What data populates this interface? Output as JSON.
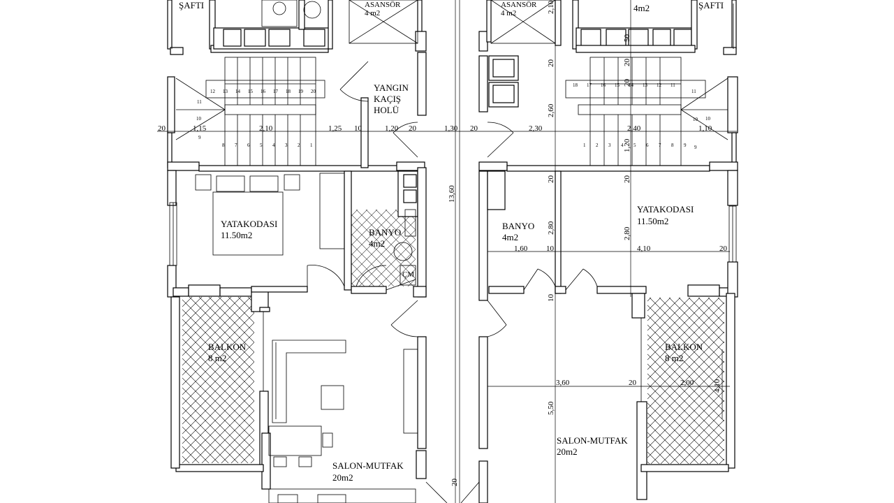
{
  "rooms": {
    "shaft_left": "ŞAFTI",
    "shaft_right": "ŞAFTI",
    "elevator_left": "ASANSÖR",
    "elevator_left_area": "4 m2",
    "elevator_right": "ASANSÖR",
    "elevator_right_area": "4 m2",
    "top_right_area": "4m2",
    "fire_escape_1": "YANGIN",
    "fire_escape_2": "KAÇIŞ",
    "fire_escape_3": "HOLÜ",
    "bedroom_left": "YATAKODASI",
    "bedroom_left_area": "11.50m2",
    "bedroom_right": "YATAKODASI",
    "bedroom_right_area": "11.50m2",
    "bath_left": "BANYO",
    "bath_left_area": "4m2",
    "bath_right": "BANYO",
    "bath_right_area": "4m2",
    "wc_left": "ÇM",
    "balcony_left": "BALKON",
    "balcony_left_area": "8 m2",
    "balcony_right": "BALKON",
    "balcony_right_area": "8 m2",
    "salon_left": "SALON-MUTFAK",
    "salon_left_area": "20m2",
    "salon_right": "SALON-MUTFAK",
    "salon_right_area": "20m2"
  },
  "dims": {
    "d20_a": "20",
    "d115": "1,15",
    "d210": "2,10",
    "d125": "1,25",
    "d10_a": "10",
    "d120": "1,20",
    "d20_b": "20",
    "d130": "1,30",
    "d20_c": "20",
    "d230": "2,30",
    "d240": "2,40",
    "d110": "1,10",
    "v1360": "13,60",
    "v210": "2,10",
    "v20_a": "20",
    "v260": "2,60",
    "v20_b": "20",
    "v280_l": "2,80",
    "v280_r": "2,80",
    "v10": "10",
    "v550": "5,50",
    "v20_c": "20",
    "v50": "50",
    "v20_d": "20",
    "v20_e": "20",
    "v120": "1,20",
    "v20_f": "20",
    "d160": "1,60",
    "d10_b": "10",
    "d410": "4,10",
    "d20_d": "20",
    "d360": "3,60",
    "d20_e": "20",
    "d200": "2,00",
    "v410": "4,10"
  },
  "stairs": {
    "left_top": [
      "12",
      "13",
      "14",
      "15",
      "16",
      "17",
      "18",
      "19",
      "20"
    ],
    "left_mid": [
      "10",
      "9"
    ],
    "left_bottom": [
      "8",
      "7",
      "6",
      "5",
      "4",
      "3",
      "2",
      "1"
    ],
    "left_11": "11",
    "right_top": [
      "18",
      "17",
      "16",
      "15",
      "14",
      "13",
      "12",
      "11"
    ],
    "right_mid": [
      "11",
      "10",
      "9"
    ],
    "right_bottom": [
      "1",
      "2",
      "3",
      "4",
      "5",
      "6",
      "7",
      "8",
      "9"
    ],
    "right_10": "10"
  }
}
